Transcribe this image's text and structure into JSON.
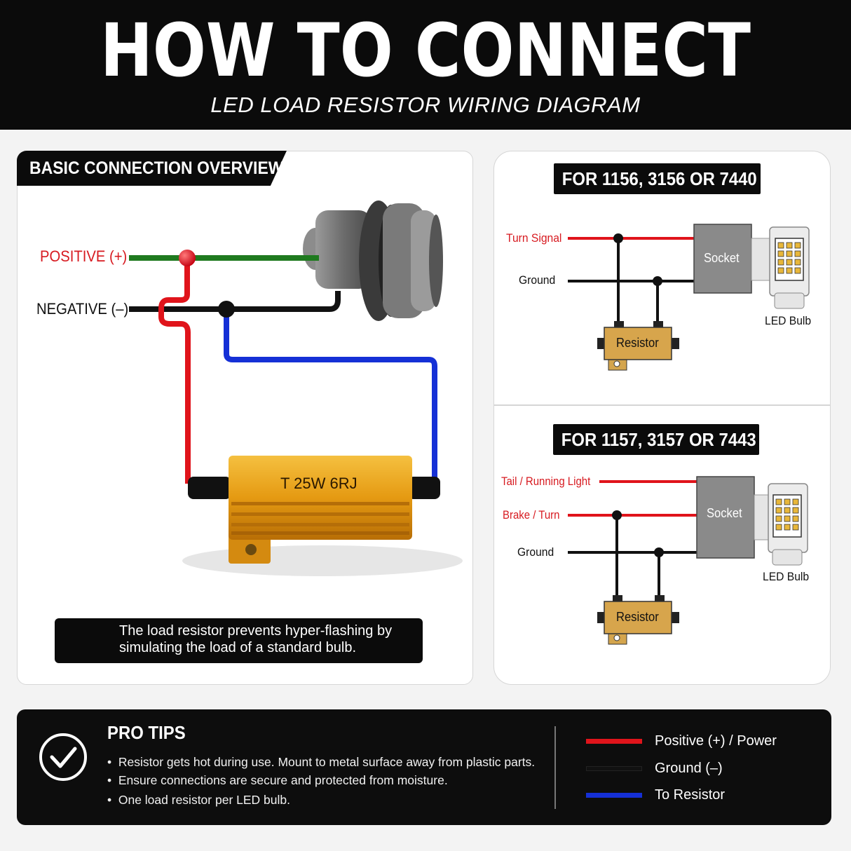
{
  "header": {
    "title": "HOW TO CONNECT",
    "subtitle": "LED LOAD RESISTOR WIRING DIAGRAM"
  },
  "overview": {
    "tag": "BASIC CONNECTION OVERVIEW",
    "positive_label": "POSITIVE (+)",
    "negative_label": "NEGATIVE (–)",
    "resistor_marking": "T  25W  6RJ",
    "info_text": "The load resistor prevents hyper-flashing by simulating the load of a standard bulb."
  },
  "diagram_1156": {
    "tag": "FOR 1156, 3156 OR 7440",
    "wire_1": "Turn Signal",
    "wire_2": "Ground",
    "socket": "Socket",
    "resistor": "Resistor",
    "bulb": "LED Bulb"
  },
  "diagram_1157": {
    "tag": "FOR 1157, 3157 OR 7443",
    "wire_1": "Tail / Running Light",
    "wire_2": "Brake / Turn",
    "wire_3": "Ground",
    "socket": "Socket",
    "resistor": "Resistor",
    "bulb": "LED Bulb"
  },
  "tips": {
    "title": "PRO TIPS",
    "items": [
      "Resistor gets hot during use. Mount to metal surface away from plastic parts.",
      "Ensure connections are secure and protected from moisture.",
      "One load resistor per LED bulb."
    ]
  },
  "legend": [
    {
      "label": "Positive (+) / Power",
      "color": "#e0141b"
    },
    {
      "label": "Ground (–)",
      "color": "#111111"
    },
    {
      "label": "To Resistor",
      "color": "#1530d6"
    }
  ],
  "colors": {
    "positive": "#e0141b",
    "ground": "#111111",
    "to_resistor": "#1530d6",
    "overview_positive_wire": "#1f7a1f",
    "resistor_body": "#e8a21c"
  }
}
